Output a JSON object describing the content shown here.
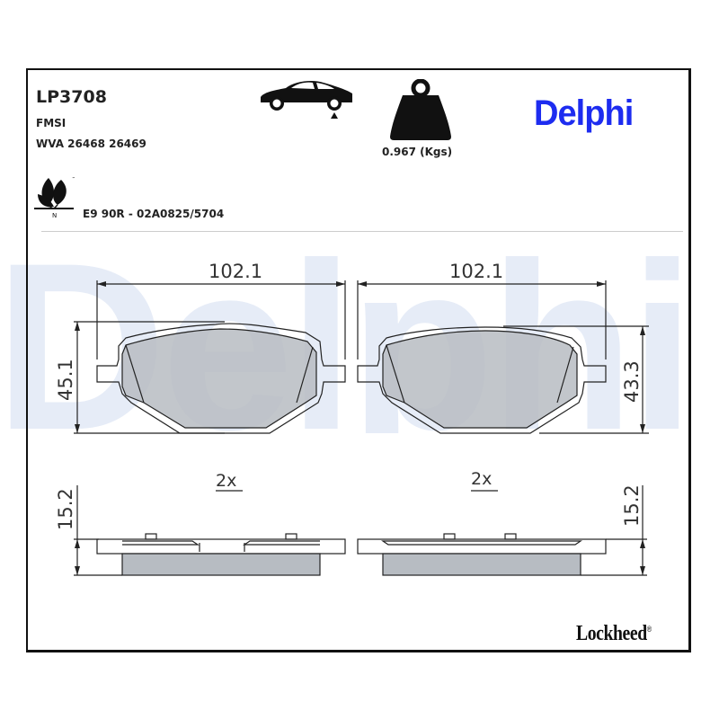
{
  "header": {
    "part_number": "LP3708",
    "fmsi_label": "FMSI",
    "wva_label": "WVA 26468 26469",
    "ece_certification": "E9 90R - 02A0825/5704",
    "weight_label": "0.967 (Kgs)",
    "axle_position": "rear-axle",
    "eco_badge_letter": "N",
    "eco_badge_tm": "™"
  },
  "brand": {
    "name": "Delphi",
    "color": "#1d2cf0",
    "watermark": "Delphi",
    "watermark_color": "#e6ecf7"
  },
  "footer_brand": {
    "name": "Lockheed",
    "reg": "®"
  },
  "pads": [
    {
      "id": "left",
      "width_label": "102.1",
      "height_label": "45.1",
      "thickness_label": "15.2",
      "quantity_label": "2x"
    },
    {
      "id": "right",
      "width_label": "102.1",
      "height_label": "43.3",
      "thickness_label": "15.2",
      "quantity_label": "2x"
    }
  ],
  "colors": {
    "friction_material": "#b7bcc2",
    "outline": "#222222",
    "frame": "#111111"
  }
}
